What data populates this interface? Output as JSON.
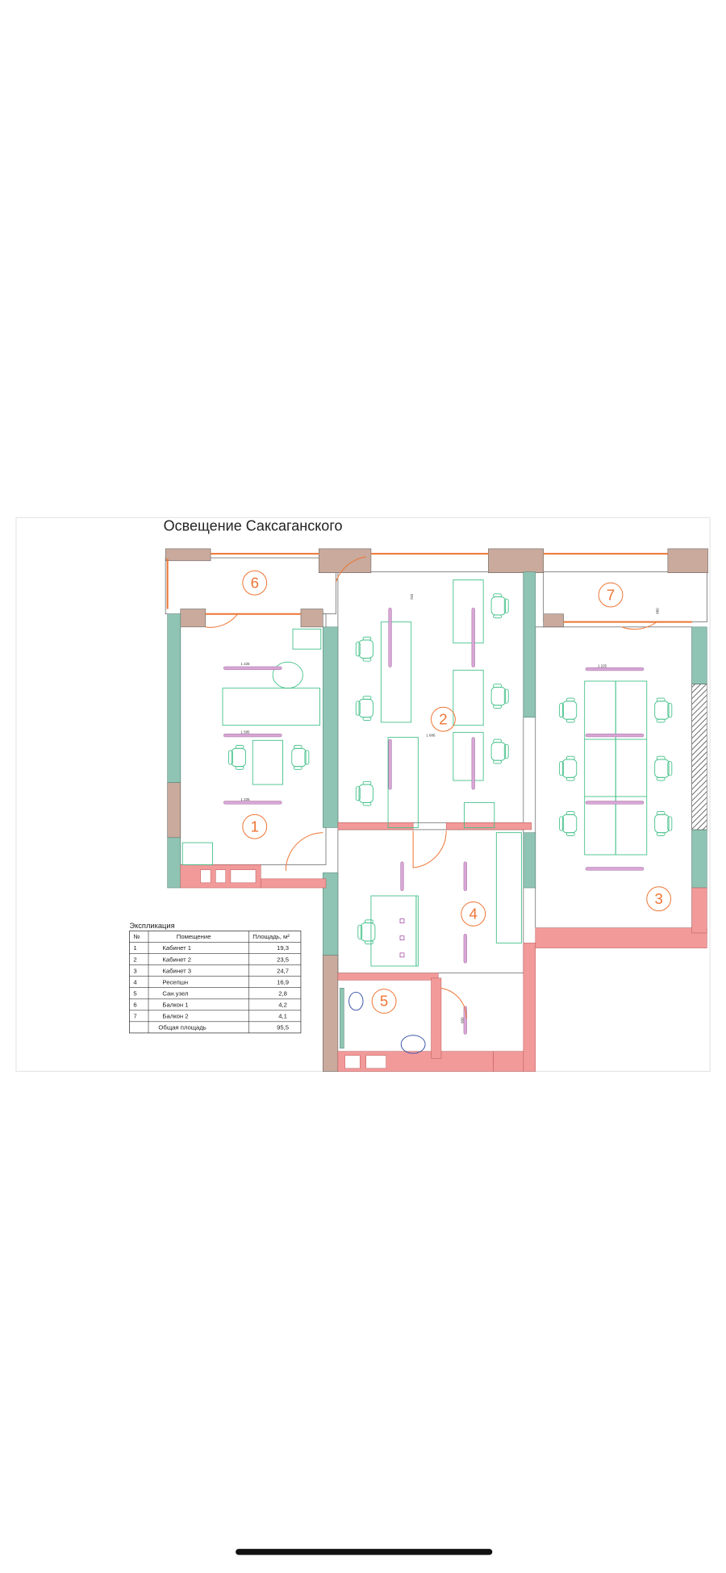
{
  "title": "Освещение Саксаганского",
  "rooms": [
    {
      "number": "1"
    },
    {
      "number": "2"
    },
    {
      "number": "3"
    },
    {
      "number": "4"
    },
    {
      "number": "5"
    },
    {
      "number": "6"
    },
    {
      "number": "7"
    }
  ],
  "dimensions": [
    "1 225",
    "1 585",
    "1 225",
    "745",
    "1 686",
    "1 225",
    "860",
    "600"
  ],
  "explication": {
    "caption": "Экспликация",
    "headers": [
      "№",
      "Помещение",
      "Площадь, м²"
    ],
    "rows": [
      {
        "no": "1",
        "name": "Кабинет 1",
        "area": "19,3"
      },
      {
        "no": "2",
        "name": "Кабинет 2",
        "area": "23,5"
      },
      {
        "no": "3",
        "name": "Кабинет 3",
        "area": "24,7"
      },
      {
        "no": "4",
        "name": "Ресепшн",
        "area": "16,9"
      },
      {
        "no": "5",
        "name": "Сан.узел",
        "area": "2,8"
      },
      {
        "no": "6",
        "name": "Балкон 1",
        "area": "4,2"
      },
      {
        "no": "7",
        "name": "Балкон 2",
        "area": "4,1"
      }
    ],
    "total": {
      "no": "",
      "name": "Общая площадь",
      "area": "95,5"
    }
  },
  "colors": {
    "accent": "#ee7433",
    "wall_teal": "#8fc4b4",
    "wall_brown": "#c9aa9c",
    "wall_pink": "#f29a9a",
    "furniture": "#3fbf86",
    "lamp": "#d9a6d6"
  }
}
